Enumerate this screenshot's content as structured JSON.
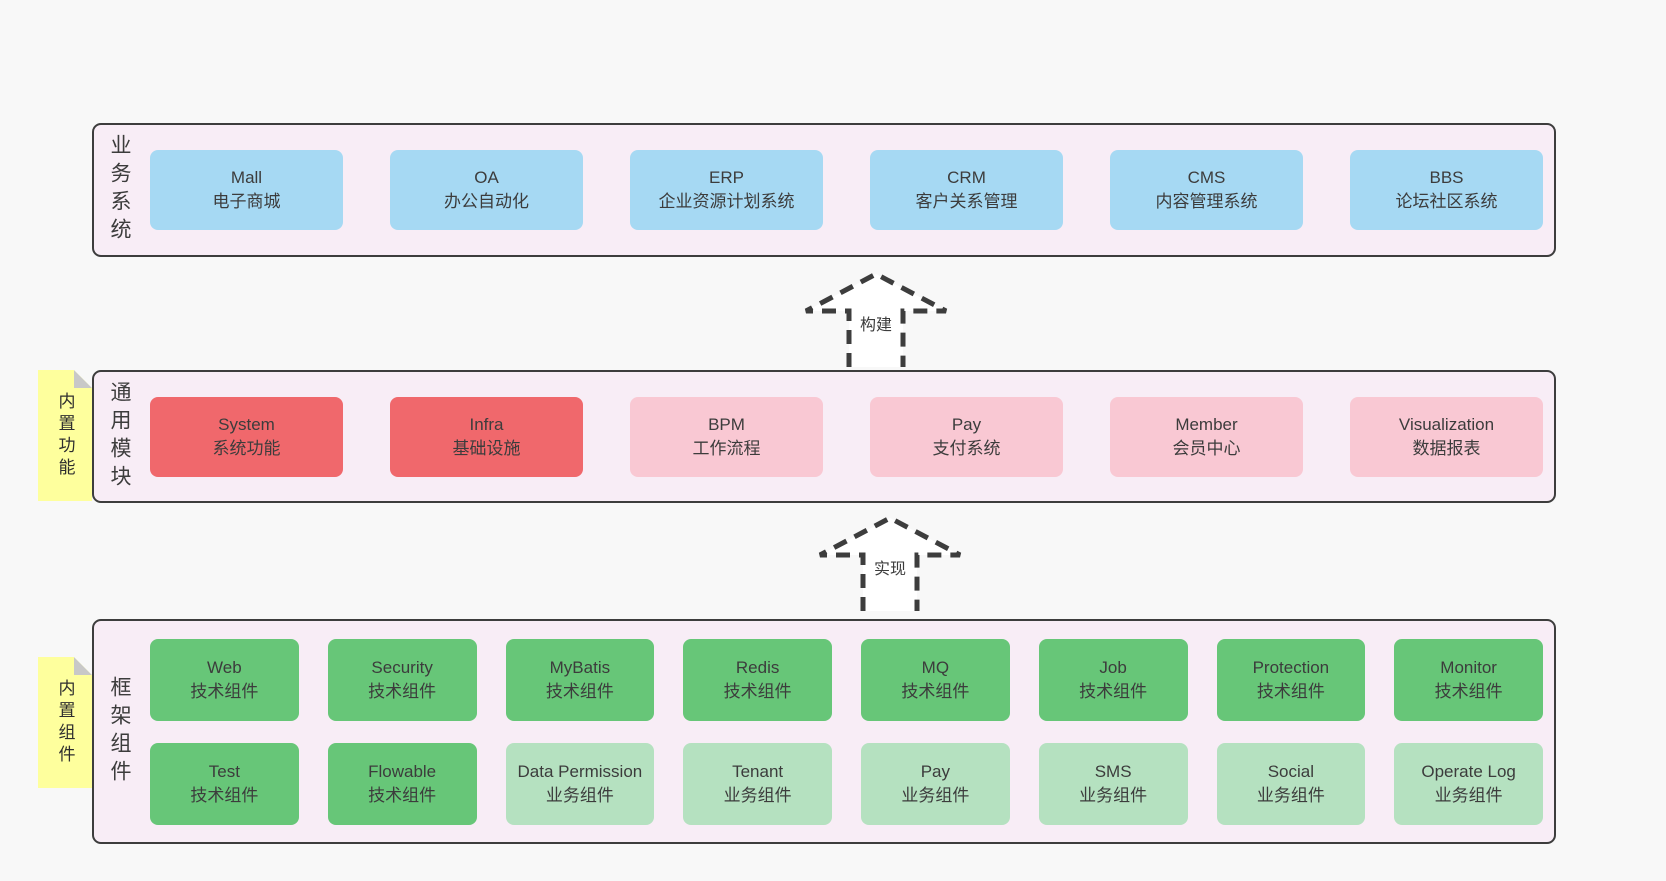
{
  "layers": {
    "business": {
      "label": "业务系统",
      "rows": [
        [
          {
            "title": "Mall",
            "subtitle": "电子商城",
            "variant": "blue"
          },
          {
            "title": "OA",
            "subtitle": "办公自动化",
            "variant": "blue"
          },
          {
            "title": "ERP",
            "subtitle": "企业资源计划系统",
            "variant": "blue"
          },
          {
            "title": "CRM",
            "subtitle": "客户关系管理",
            "variant": "blue"
          },
          {
            "title": "CMS",
            "subtitle": "内容管理系统",
            "variant": "blue"
          },
          {
            "title": "BBS",
            "subtitle": "论坛社区系统",
            "variant": "blue"
          }
        ]
      ]
    },
    "modules": {
      "label": "通用模块",
      "sticky": "内置功能",
      "rows": [
        [
          {
            "title": "System",
            "subtitle": "系统功能",
            "variant": "red"
          },
          {
            "title": "Infra",
            "subtitle": "基础设施",
            "variant": "red"
          },
          {
            "title": "BPM",
            "subtitle": "工作流程",
            "variant": "pink"
          },
          {
            "title": "Pay",
            "subtitle": "支付系统",
            "variant": "pink"
          },
          {
            "title": "Member",
            "subtitle": "会员中心",
            "variant": "pink"
          },
          {
            "title": "Visualization",
            "subtitle": "数据报表",
            "variant": "pink"
          }
        ]
      ]
    },
    "components": {
      "label": "框架组件",
      "sticky": "内置组件",
      "rows": [
        [
          {
            "title": "Web",
            "subtitle": "技术组件",
            "variant": "green"
          },
          {
            "title": "Security",
            "subtitle": "技术组件",
            "variant": "green"
          },
          {
            "title": "MyBatis",
            "subtitle": "技术组件",
            "variant": "green"
          },
          {
            "title": "Redis",
            "subtitle": "技术组件",
            "variant": "green"
          },
          {
            "title": "MQ",
            "subtitle": "技术组件",
            "variant": "green"
          },
          {
            "title": "Job",
            "subtitle": "技术组件",
            "variant": "green"
          },
          {
            "title": "Protection",
            "subtitle": "技术组件",
            "variant": "green"
          },
          {
            "title": "Monitor",
            "subtitle": "技术组件",
            "variant": "green"
          }
        ],
        [
          {
            "title": "Test",
            "subtitle": "技术组件",
            "variant": "green"
          },
          {
            "title": "Flowable",
            "subtitle": "技术组件",
            "variant": "green"
          },
          {
            "title": "Data Permission",
            "subtitle": "业务组件",
            "variant": "light-green"
          },
          {
            "title": "Tenant",
            "subtitle": "业务组件",
            "variant": "light-green"
          },
          {
            "title": "Pay",
            "subtitle": "业务组件",
            "variant": "light-green"
          },
          {
            "title": "SMS",
            "subtitle": "业务组件",
            "variant": "light-green"
          },
          {
            "title": "Social",
            "subtitle": "业务组件",
            "variant": "light-green"
          },
          {
            "title": "Operate Log",
            "subtitle": "业务组件",
            "variant": "light-green"
          }
        ]
      ]
    }
  },
  "arrows": [
    {
      "label": "构建"
    },
    {
      "label": "实现"
    }
  ],
  "colors": {
    "page_background": "#f8f8f8",
    "panel_background": "#f8edf6",
    "panel_border": "#3d3d3d",
    "blue_box": "#a6d9f3",
    "red_box": "#f0686c",
    "pink_box": "#f9c8d3",
    "green_box": "#67c678",
    "light_green_box": "#b5e1c0",
    "sticky_note": "#feff9d",
    "sticky_fold": "#c8c8c8",
    "text": "#3c3c3c"
  }
}
